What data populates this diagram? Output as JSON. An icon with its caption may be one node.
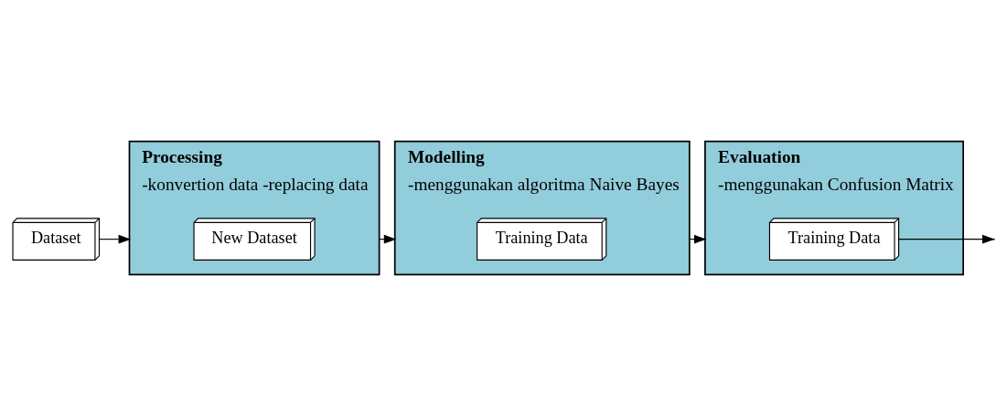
{
  "diagram": {
    "nodes": [
      {
        "text": [
          "Dataset"
        ]
      },
      {
        "text": [
          "Processing",
          "-konvertion data -replacing data"
        ]
      },
      {
        "text": [
          "New Dataset"
        ],
        "in": 1
      },
      {
        "text": [
          "Modelling",
          "-menggunakan algoritma Naive Bayes"
        ]
      },
      {
        "text": [
          "Training Data"
        ],
        "in": 3
      },
      {
        "text": [
          "Evaluation",
          "-menggunakan Confusion Matrix"
        ]
      },
      {
        "text": [
          "Training Data"
        ],
        "in": 5
      }
    ],
    "edges": [
      {
        "from": 0,
        "to": 1,
        "arrow": "to"
      },
      {
        "from": 1,
        "to": 3,
        "arrow": "to"
      },
      {
        "from": 3,
        "to": 5,
        "arrow": "to"
      },
      {
        "from": 6,
        "to": null,
        "arrow": "to"
      }
    ]
  }
}
